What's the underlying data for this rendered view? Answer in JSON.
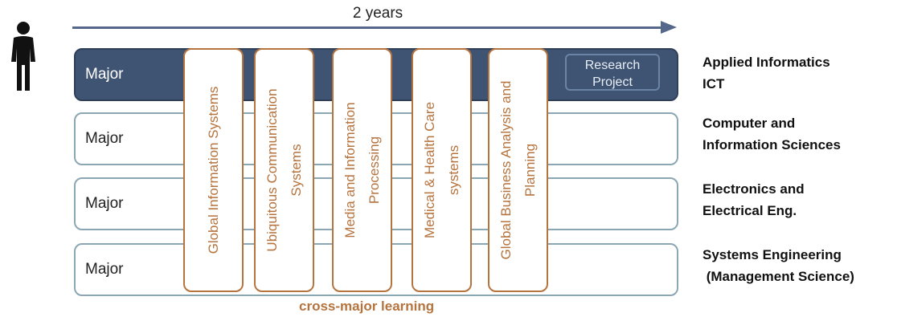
{
  "timeline": {
    "label": "2 years"
  },
  "rows": [
    {
      "label": "Major",
      "department_lines": [
        "Applied Informatics",
        "ICT"
      ]
    },
    {
      "label": "Major",
      "department_lines": [
        "Computer and",
        "Information Sciences"
      ]
    },
    {
      "label": "Major",
      "department_lines": [
        "Electronics and",
        "Electrical Eng."
      ]
    },
    {
      "label": "Major",
      "department_lines": [
        "Systems Engineering",
        " (Management Science)"
      ]
    }
  ],
  "research_project": {
    "line1": "Research",
    "line2": "Project"
  },
  "programs": [
    {
      "line1": "Global Information Systems",
      "line2": ""
    },
    {
      "line1": "Ubiquitous Communication",
      "line2": "Systems"
    },
    {
      "line1": "Media and Information",
      "line2": "Processing"
    },
    {
      "line1": "Medical & Health Care",
      "line2": "systems"
    },
    {
      "line1": "Global Business Analysis and",
      "line2": "Planning"
    }
  ],
  "footer": {
    "cross_major": "cross-major learning"
  },
  "colors": {
    "highlight_row": "#3f5372",
    "row_border": "#8ba7b4",
    "program_accent": "#b5733e",
    "arrow": "#55678a"
  },
  "icons": {
    "person": "person-icon"
  }
}
